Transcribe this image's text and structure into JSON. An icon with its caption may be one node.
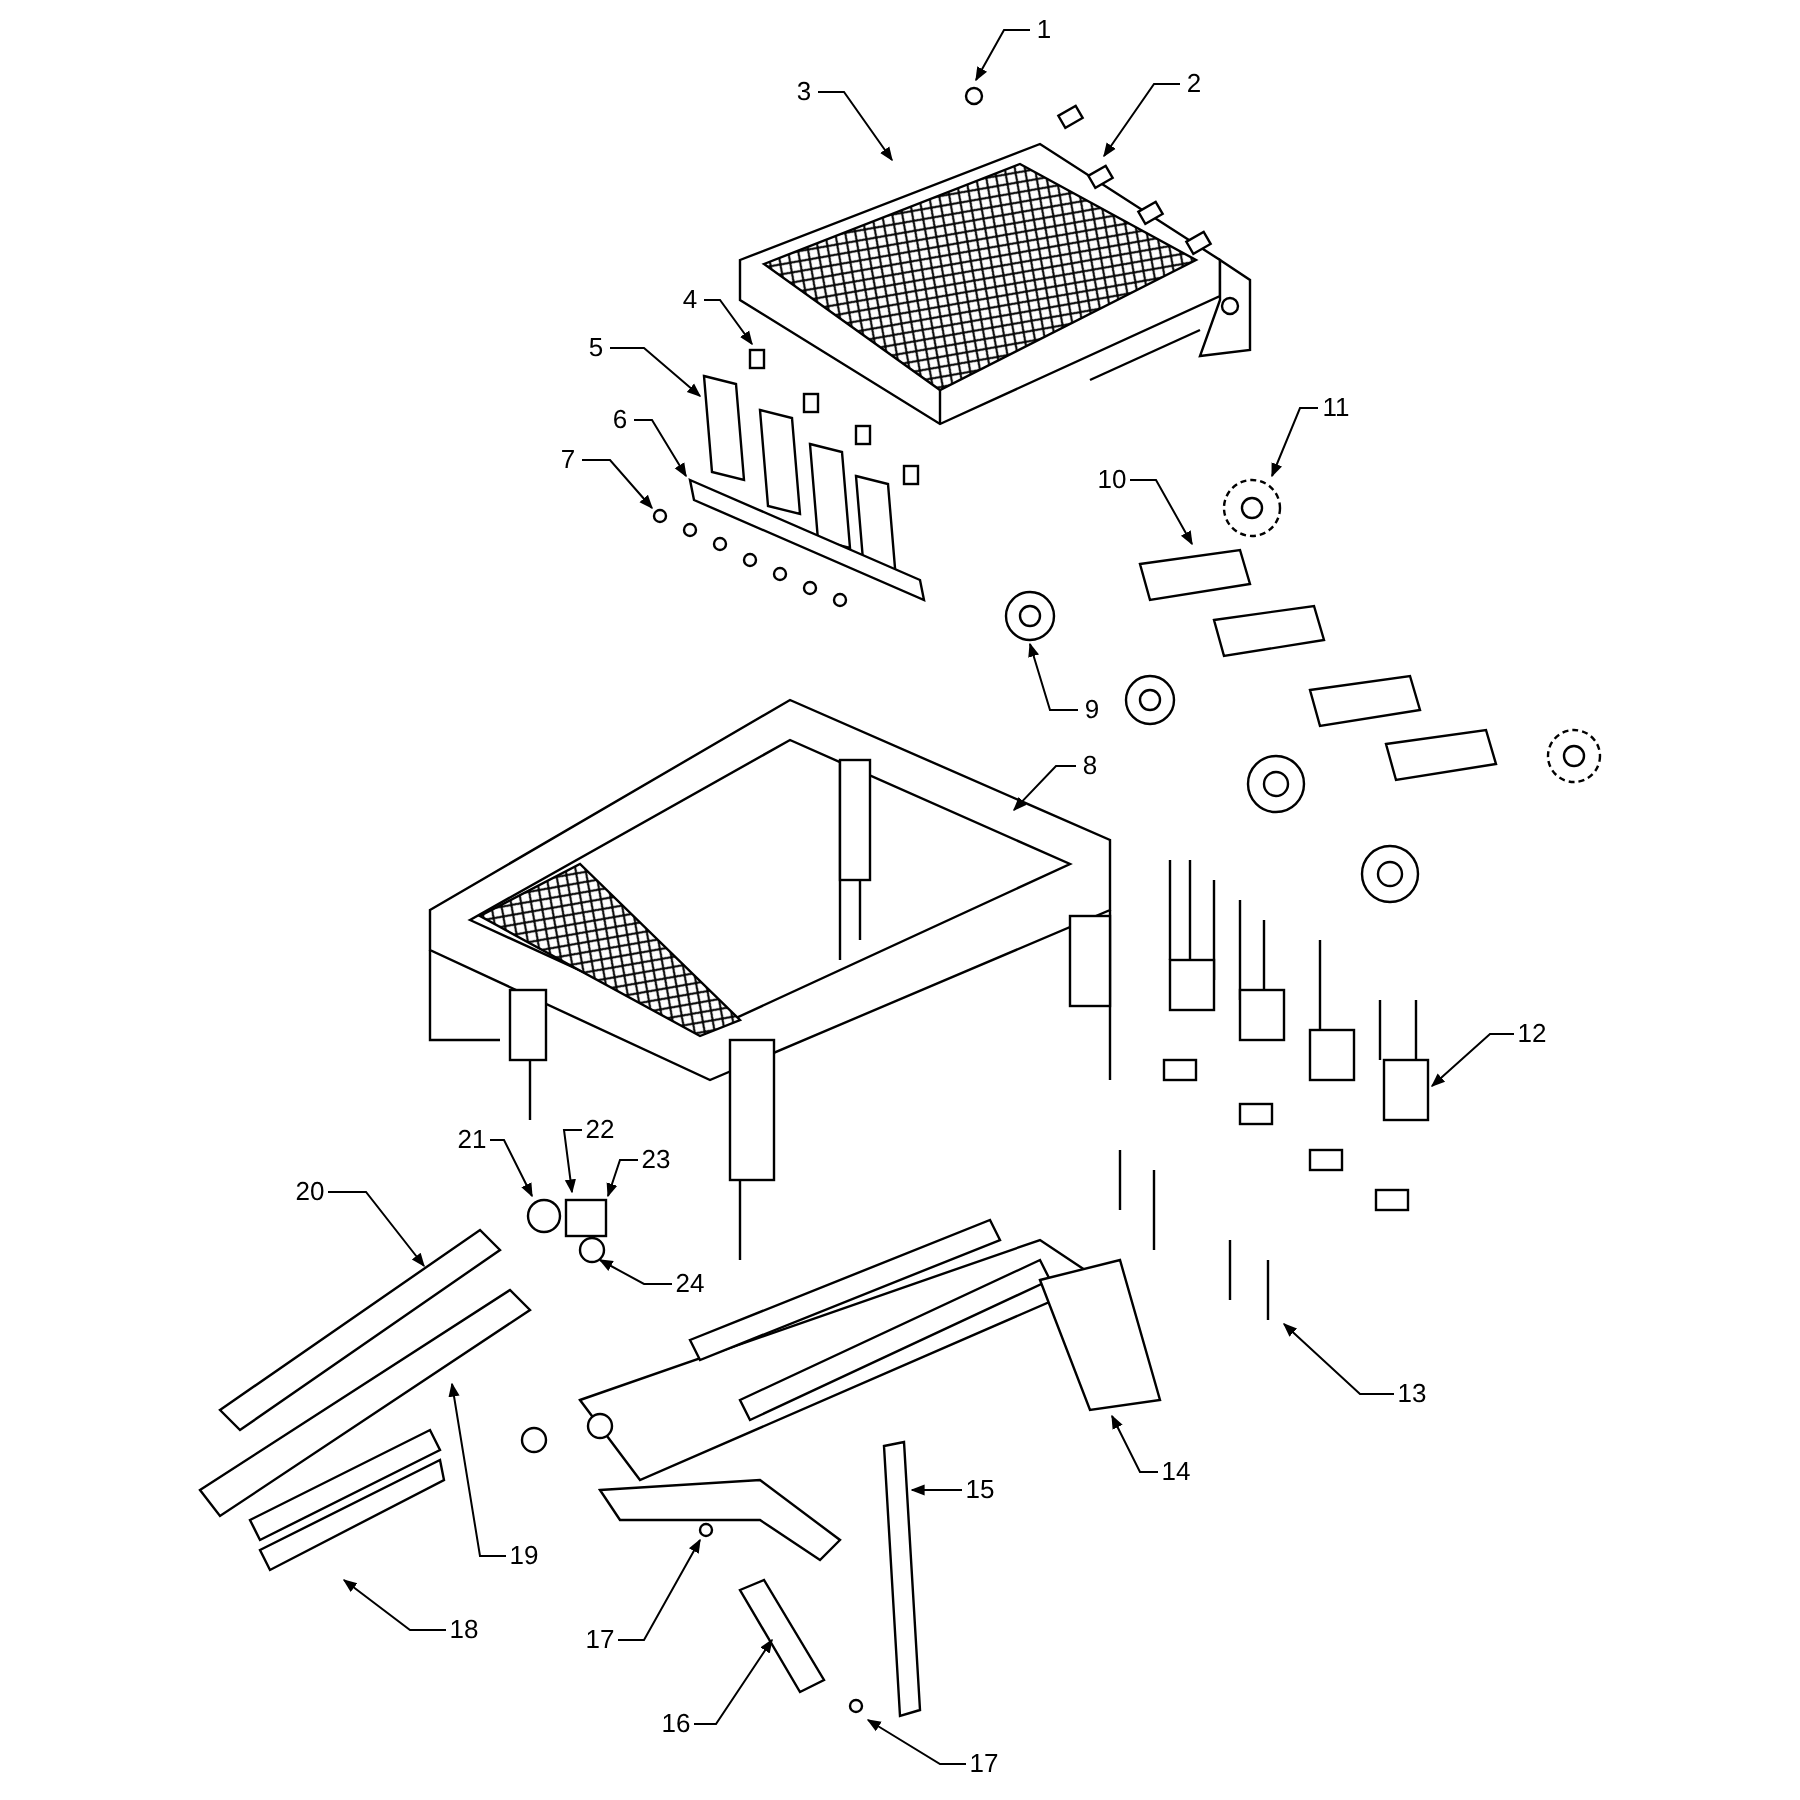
{
  "diagram": {
    "nodes": [
      {
        "text": [
          "1"
        ]
      },
      {
        "text": [
          "2"
        ]
      },
      {
        "text": [
          "3"
        ]
      },
      {
        "text": [
          "4"
        ]
      },
      {
        "text": [
          "5"
        ]
      },
      {
        "text": [
          "6"
        ]
      },
      {
        "text": [
          "7"
        ]
      },
      {
        "text": [
          "11"
        ]
      },
      {
        "text": [
          "10"
        ]
      },
      {
        "text": [
          "9"
        ]
      },
      {
        "text": [
          "8"
        ]
      },
      {
        "text": [
          "12"
        ]
      },
      {
        "text": [
          "21"
        ]
      },
      {
        "text": [
          "22"
        ]
      },
      {
        "text": [
          "23"
        ]
      },
      {
        "text": [
          "20"
        ]
      },
      {
        "text": [
          "24"
        ]
      },
      {
        "text": [
          "13"
        ]
      },
      {
        "text": [
          "15"
        ]
      },
      {
        "text": [
          "14"
        ]
      },
      {
        "text": [
          "19"
        ]
      },
      {
        "text": [
          "17"
        ]
      },
      {
        "text": [
          "18"
        ]
      },
      {
        "text": [
          "16"
        ]
      },
      {
        "text": [
          "17"
        ]
      }
    ],
    "edges": [
      {
        "from": 0,
        "to": null,
        "arrow": "to"
      },
      {
        "from": 1,
        "to": null,
        "arrow": "to"
      },
      {
        "from": 2,
        "to": null,
        "arrow": "to"
      },
      {
        "from": 3,
        "to": null,
        "arrow": "to"
      },
      {
        "from": 4,
        "to": null,
        "arrow": "to"
      },
      {
        "from": 5,
        "to": null,
        "arrow": "to"
      },
      {
        "from": 6,
        "to": null,
        "arrow": "to"
      },
      {
        "from": 7,
        "to": null,
        "arrow": "to"
      },
      {
        "from": 8,
        "to": null,
        "arrow": "to"
      },
      {
        "from": 9,
        "to": null,
        "arrow": "to"
      },
      {
        "from": 10,
        "to": null,
        "arrow": "to"
      },
      {
        "from": 11,
        "to": null,
        "arrow": "to"
      },
      {
        "from": 12,
        "to": null,
        "arrow": "to"
      },
      {
        "from": 13,
        "to": null,
        "arrow": "to"
      },
      {
        "from": 14,
        "to": null,
        "arrow": "to"
      },
      {
        "from": 15,
        "to": null,
        "arrow": "to"
      },
      {
        "from": 16,
        "to": null,
        "arrow": "to"
      },
      {
        "from": 17,
        "to": null,
        "arrow": "to"
      },
      {
        "from": 18,
        "to": null,
        "arrow": "to"
      },
      {
        "from": 19,
        "to": null,
        "arrow": "to"
      },
      {
        "from": 20,
        "to": null,
        "arrow": "to"
      },
      {
        "from": 21,
        "to": null,
        "arrow": "to"
      },
      {
        "from": 22,
        "to": null,
        "arrow": "to"
      },
      {
        "from": 23,
        "to": null,
        "arrow": "to"
      },
      {
        "from": 24,
        "to": null,
        "arrow": "to"
      }
    ]
  }
}
